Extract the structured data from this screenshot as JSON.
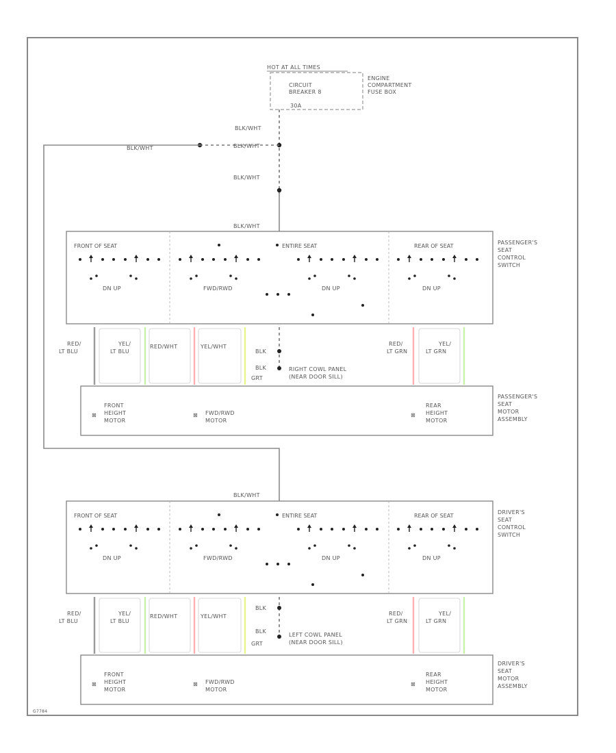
{
  "fuse": {
    "header": "HOT AT ALL TIMES",
    "breaker_line1": "CIRCUIT",
    "breaker_line2": "BREAKER 8",
    "breaker_amp": "30A",
    "location": [
      "ENGINE",
      "COMPARTMENT",
      "FUSE BOX"
    ]
  },
  "feed_wires": {
    "top": "BLK/WHT",
    "left": "BLK/WHT",
    "splice": "BLK/WHT",
    "mid": "BLK/WHT",
    "to_passenger": "BLK/WHT",
    "to_driver": "BLK/WHT"
  },
  "passenger_switch": {
    "sections": [
      "FRONT OF SEAT",
      "ENTIRE SEAT",
      "REAR OF SEAT"
    ],
    "dn_up_1": "DN  UP",
    "fwd": "FWD/RWD",
    "dn_up_2": "DN  UP",
    "dn_up_3": "DN  UP",
    "name": [
      "PASSENGER'S",
      "SEAT",
      "CONTROL",
      "SWITCH"
    ]
  },
  "passenger_wires": {
    "w1": [
      "RED/",
      "LT BLU"
    ],
    "w2": [
      "YEL/",
      "LT BLU"
    ],
    "w3": "RED/WHT",
    "w4": "YEL/WHT",
    "blk1": "BLK",
    "blk2": "BLK",
    "grt": "GRT",
    "ground": [
      "RIGHT COWL PANEL",
      "(NEAR DOOR SILL)"
    ],
    "w5": [
      "RED/",
      "LT GRN"
    ],
    "w6": [
      "YEL/",
      "LT GRN"
    ]
  },
  "passenger_motor": {
    "front": [
      "FRONT",
      "HEIGHT",
      "MOTOR"
    ],
    "fwd": [
      "FWD/RWD",
      "MOTOR"
    ],
    "rear": [
      "REAR",
      "HEIGHT",
      "MOTOR"
    ],
    "name": [
      "PASSENGER'S",
      "SEAT",
      "MOTOR",
      "ASSEMBLY"
    ]
  },
  "driver_switch": {
    "sections": [
      "FRONT OF SEAT",
      "ENTIRE SEAT",
      "REAR OF SEAT"
    ],
    "dn_up_1": "DN  UP",
    "fwd": "FWD/RWD",
    "dn_up_2": "DN  UP",
    "dn_up_3": "DN  UP",
    "name": [
      "DRIVER'S",
      "SEAT",
      "CONTROL",
      "SWITCH"
    ]
  },
  "driver_wires": {
    "w1": [
      "RED/",
      "LT BLU"
    ],
    "w2": [
      "YEL/",
      "LT BLU"
    ],
    "w3": "RED/WHT",
    "w4": "YEL/WHT",
    "blk1": "BLK",
    "blk2": "BLK",
    "grt": "GRT",
    "ground": [
      "LEFT COWL PANEL",
      "(NEAR DOOR SILL)"
    ],
    "w5": [
      "RED/",
      "LT GRN"
    ],
    "w6": [
      "YEL/",
      "LT GRN"
    ]
  },
  "driver_motor": {
    "front": [
      "FRONT",
      "HEIGHT",
      "MOTOR"
    ],
    "fwd": [
      "FWD/RWD",
      "MOTOR"
    ],
    "rear": [
      "REAR",
      "HEIGHT",
      "MOTOR"
    ],
    "name": [
      "DRIVER'S",
      "SEAT",
      "MOTOR",
      "ASSEMBLY"
    ]
  },
  "footer": "G7784",
  "colors": {
    "red_wire": "#ffb0b0",
    "yellow_wire": "#e8f58a",
    "green_wire": "#c8f2a8"
  }
}
